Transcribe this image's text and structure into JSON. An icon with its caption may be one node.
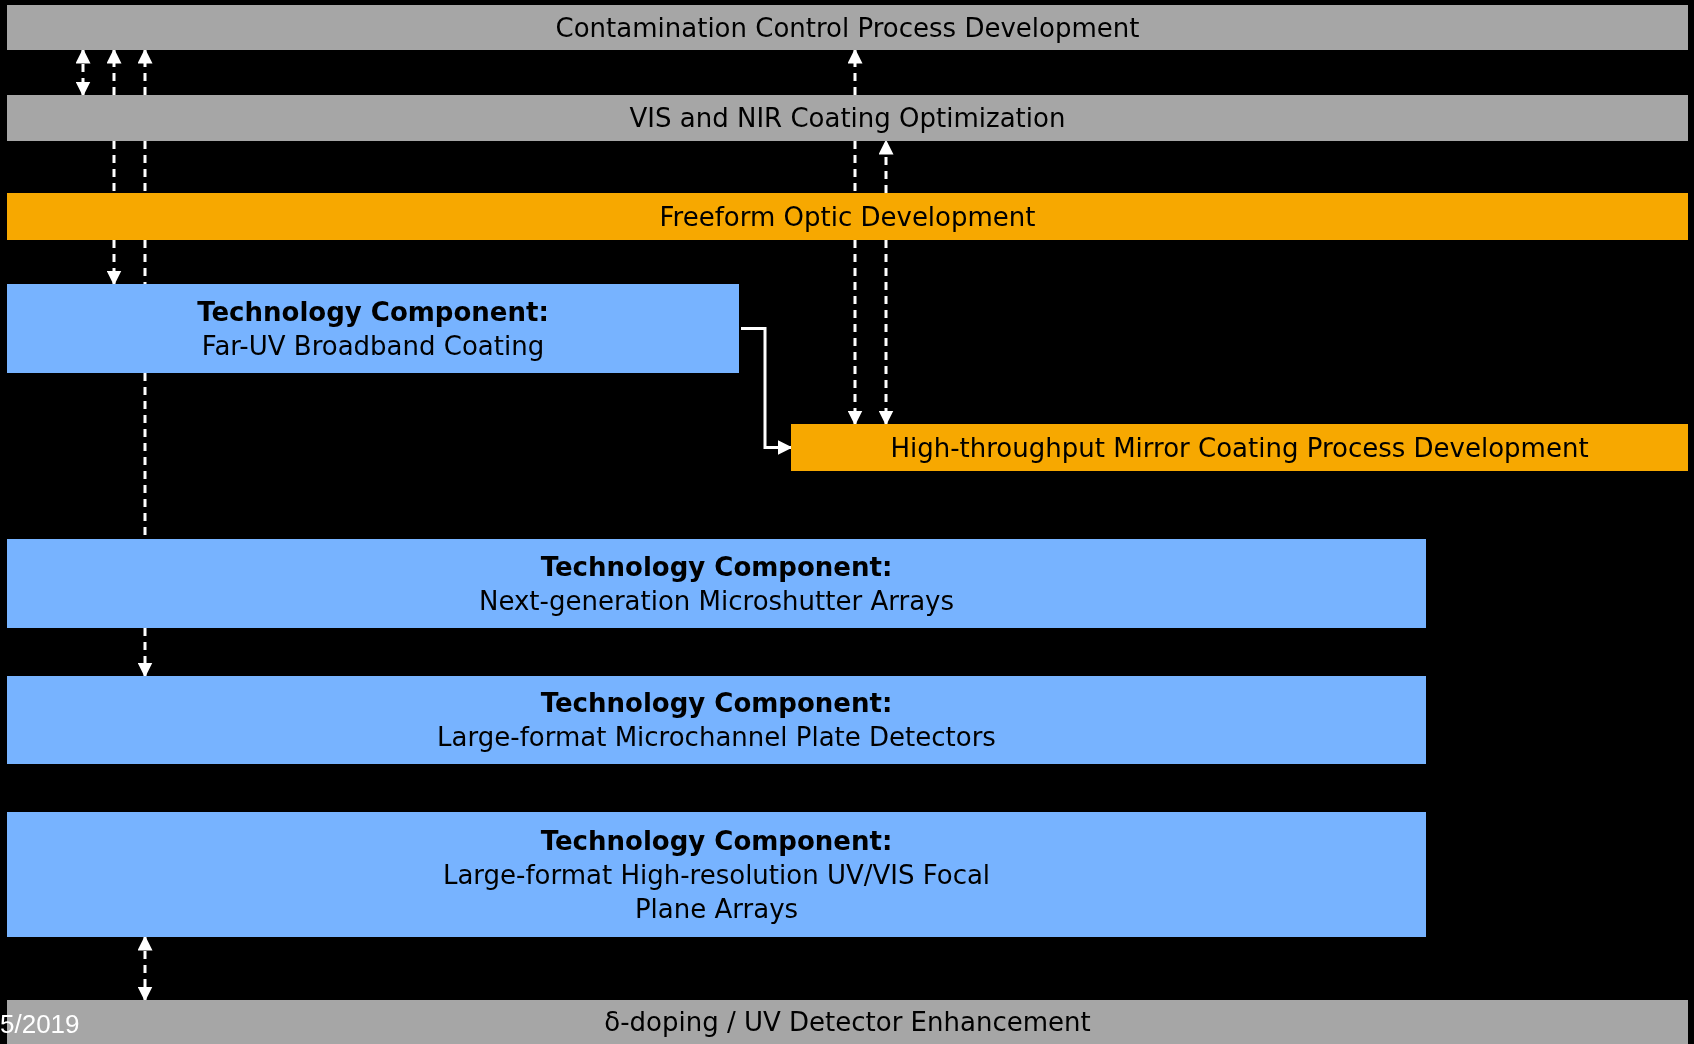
{
  "diagram": {
    "nodes": [
      {
        "text": [
          "Contamination Control Process Development"
        ]
      },
      {
        "text": [
          "VIS and NIR Coating Optimization"
        ]
      },
      {
        "text": [
          "Freeform Optic Development"
        ]
      },
      {
        "text": [
          "Technology Component:",
          "Far-UV Broadband Coating"
        ]
      },
      {
        "text": [
          "High-throughput Mirror Coating Process Development"
        ]
      },
      {
        "text": [
          "Technology Component:",
          "Next-generation Microshutter Arrays"
        ]
      },
      {
        "text": [
          "Technology Component:",
          "Large-format Microchannel Plate Detectors"
        ]
      },
      {
        "text": [
          "Technology Component:",
          "Large-format High-resolution UV/VIS Focal Plane Arrays"
        ]
      },
      {
        "text": [
          "δ-doping / UV Detector Enhancement"
        ]
      }
    ],
    "edges": [
      {
        "from": 0,
        "to": 1,
        "arrow": "both",
        "style": "dashed"
      },
      {
        "from": 1,
        "to": 0,
        "arrow": "to",
        "style": "dashed"
      },
      {
        "from": 1,
        "to": 2,
        "arrow": "none",
        "style": "dashed"
      },
      {
        "from": 2,
        "to": 3,
        "arrow": "to",
        "style": "dashed"
      },
      {
        "from": 1,
        "to": 0,
        "arrow": "to",
        "style": "dashed"
      },
      {
        "from": 1,
        "to": 2,
        "arrow": "none",
        "style": "dashed"
      },
      {
        "from": 2,
        "to": 3,
        "arrow": "none",
        "style": "dashed"
      },
      {
        "from": 3,
        "to": 5,
        "arrow": "none",
        "style": "dashed"
      },
      {
        "from": 5,
        "to": 6,
        "arrow": "to",
        "style": "dashed"
      },
      {
        "from": 1,
        "to": 0,
        "arrow": "to",
        "style": "dashed"
      },
      {
        "from": 1,
        "to": 2,
        "arrow": "none",
        "style": "dashed"
      },
      {
        "from": 2,
        "to": 4,
        "arrow": "to",
        "style": "dashed"
      },
      {
        "from": 2,
        "to": 1,
        "arrow": "to",
        "style": "dashed"
      },
      {
        "from": 2,
        "to": 4,
        "arrow": "to",
        "style": "dashed"
      },
      {
        "from": 3,
        "to": 4,
        "arrow": "to"
      },
      {
        "from": 7,
        "to": 8,
        "arrow": "both",
        "style": "dashed"
      }
    ],
    "labels": [
      "5/2019"
    ]
  }
}
